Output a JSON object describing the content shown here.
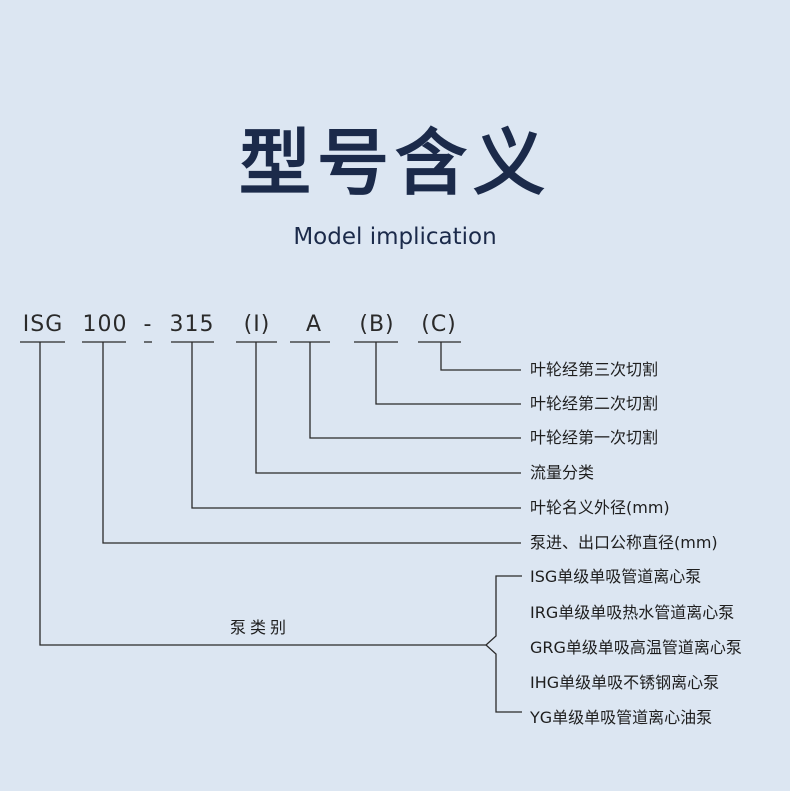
{
  "title": "型号含义",
  "subtitle": "Model implication",
  "code_parts": [
    "ISG",
    "100",
    "-",
    "315",
    "(I)",
    "A",
    "(B)",
    "(C)"
  ],
  "meanings": {
    "c": "叶轮经第三次切割",
    "b": "叶轮经第二次切割",
    "a": "叶轮经第一次切割",
    "i": "流量分类",
    "impeller_dia": "叶轮名义外径(mm)",
    "port_dia": "泵进、出口公称直径(mm)"
  },
  "pump_type_label": "泵类别",
  "pump_types": [
    "ISG单级单吸管道离心泵",
    "IRG单级单吸热水管道离心泵",
    "GRG单级单吸高温管道离心泵",
    "IHG单级单吸不锈钢离心泵",
    "YG单级单吸管道离心油泵"
  ]
}
